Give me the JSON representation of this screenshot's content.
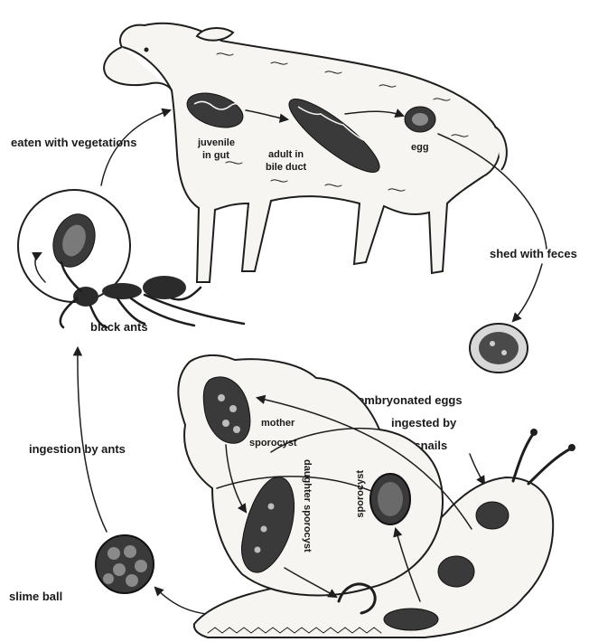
{
  "labels": {
    "eaten": "eaten with vegetations",
    "juvenile_line1": "juvenile",
    "juvenile_line2": "in gut",
    "adult_line1": "adult in",
    "adult_line2": "bile duct",
    "egg": "egg",
    "shed": "shed with feces",
    "black_ants": "black ants",
    "embryonated_line1": "embryonated eggs",
    "embryonated_line2": "ingested by",
    "embryonated_line3": "land snails",
    "mother_line1": "mother",
    "mother_line2": "sporocyst",
    "daughter": "daughter sporocyst",
    "sporocyst": "sporocyst",
    "ingestion": "ingestion by ants",
    "slime": "slime ball"
  },
  "icons": [
    "sheep-illustration",
    "ant-illustration",
    "snail-illustration",
    "egg-icon",
    "slime-ball-icon"
  ],
  "colors": {
    "ink": "#1e1e1e",
    "background": "#ffffff"
  }
}
